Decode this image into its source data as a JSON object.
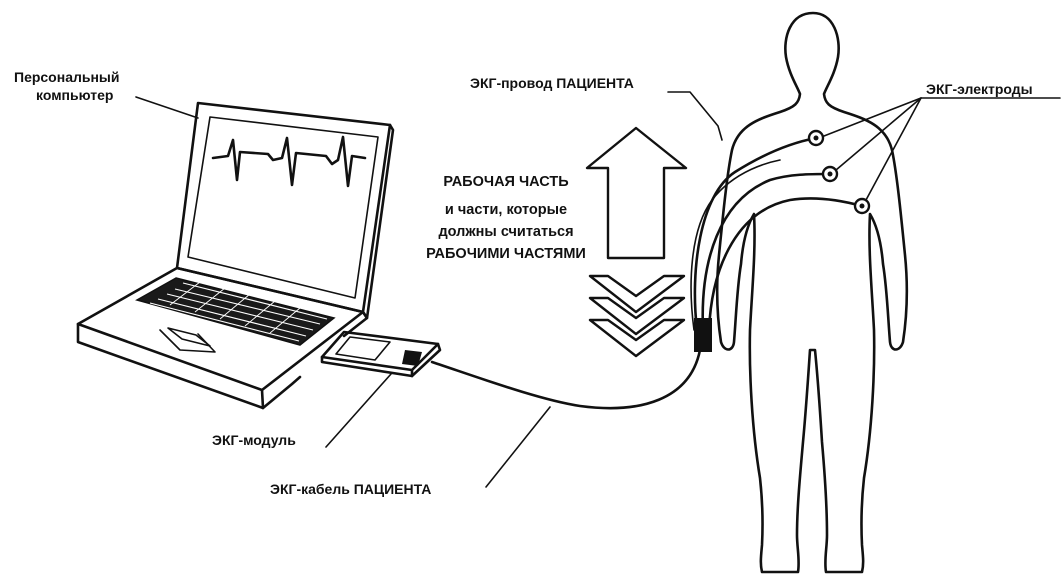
{
  "labels": {
    "personal_computer": [
      "Персональный",
      "компьютер"
    ],
    "ecg_lead": "ЭКГ-провод ПАЦИЕНТА",
    "ecg_electrodes": "ЭКГ-электроды",
    "applied_part": [
      "РАБОЧАЯ ЧАСТЬ",
      "и части, которые",
      "должны считаться",
      "РАБОЧИМИ ЧАСТЯМИ"
    ],
    "ecg_module": "ЭКГ-модуль",
    "ecg_cable": "ЭКГ-кабель ПАЦИЕНТА"
  },
  "icons": {
    "laptop": "laptop-icon",
    "ecg_trace": "ecg-waveform-icon",
    "module": "ecg-module-icon",
    "arrow": "double-arrow-icon",
    "human": "human-figure-icon",
    "electrode": "electrode-icon"
  }
}
